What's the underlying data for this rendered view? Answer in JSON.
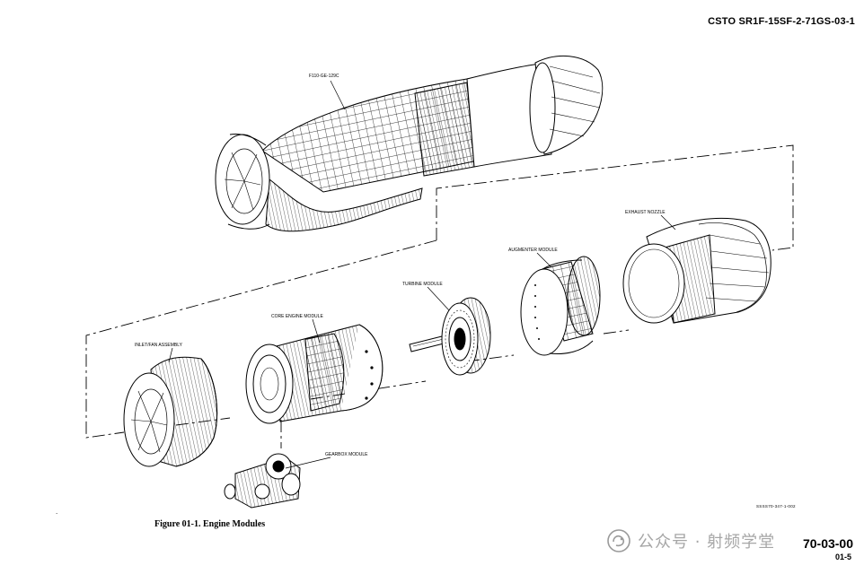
{
  "header": {
    "doc_number": "CSTO SR1F-15SF-2-71GS-03-1"
  },
  "figure": {
    "caption": "Figure 01-1. Engine Modules",
    "art_number": "SSSS70-347-1-002"
  },
  "labels": {
    "engine": "F110-GE-129C",
    "exhaust_nozzle": "EXHAUST NOZZLE",
    "augmenter_module": "AUGMENTER MODULE",
    "turbine_module": "TURBINE MODULE",
    "core_engine_module": "CORE ENGINE MODULE",
    "inlet_fan_assembly": "INLET/FAN ASSEMBLY",
    "gearbox_module": "GEARBOX MODULE"
  },
  "footer": {
    "page_number": "70-03-00",
    "page_sub": "01-5",
    "watermark": "公众号 · 射频学堂",
    "stray_mark": "."
  },
  "colors": {
    "ink": "#000000",
    "watermark": "#969696"
  }
}
